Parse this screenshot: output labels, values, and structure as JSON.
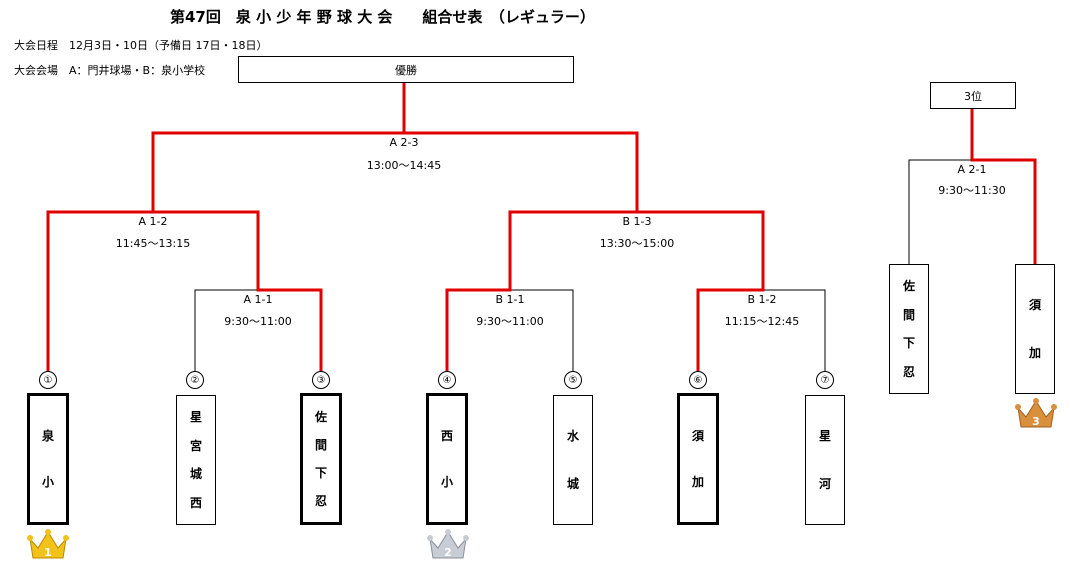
{
  "title": "第47回　泉 小 少 年 野 球 大 会　　組合せ表　（レギュラー）",
  "schedule": "大会日程　12月3日・10日（予備日 17日・18日）",
  "venue": "大会会場　A：門井球場・B：泉小学校",
  "final_label": "優勝",
  "third_place_label": "3位",
  "matches": {
    "final": {
      "code": "A 2-3",
      "time": "13:00～14:45"
    },
    "semi_left": {
      "code": "A 1-2",
      "time": "11:45～13:15"
    },
    "semi_right": {
      "code": "B 1-3",
      "time": "13:30～15:00"
    },
    "qf_a11": {
      "code": "A 1-1",
      "time": "9:30～11:00"
    },
    "qf_b11": {
      "code": "B 1-1",
      "time": "9:30～11:00"
    },
    "qf_b12": {
      "code": "B 1-2",
      "time": "11:15～12:45"
    },
    "third": {
      "code": "A 2-1",
      "time": "9:30～11:30"
    }
  },
  "teams": [
    {
      "num": "①",
      "chars": [
        "泉",
        "小"
      ]
    },
    {
      "num": "②",
      "chars": [
        "星",
        "宮",
        "城",
        "西"
      ]
    },
    {
      "num": "③",
      "chars": [
        "佐",
        "間",
        "下",
        "忍"
      ]
    },
    {
      "num": "④",
      "chars": [
        "西",
        "小"
      ]
    },
    {
      "num": "⑤",
      "chars": [
        "水",
        "城"
      ]
    },
    {
      "num": "⑥",
      "chars": [
        "須",
        "加"
      ]
    },
    {
      "num": "⑦",
      "chars": [
        "星",
        "河"
      ]
    }
  ],
  "third_teams": [
    {
      "chars": [
        "佐",
        "間",
        "下",
        "忍"
      ]
    },
    {
      "chars": [
        "須",
        "加"
      ]
    }
  ],
  "crowns": [
    {
      "rank": "1",
      "icon": "gold-crown-icon",
      "color": "#f2c21a"
    },
    {
      "rank": "2",
      "icon": "silver-crown-icon",
      "color": "#c8ccd4"
    },
    {
      "rank": "3",
      "icon": "bronze-crown-icon",
      "color": "#d9903c"
    }
  ],
  "colors": {
    "winner_line": "#e00000",
    "line": "#000000"
  }
}
